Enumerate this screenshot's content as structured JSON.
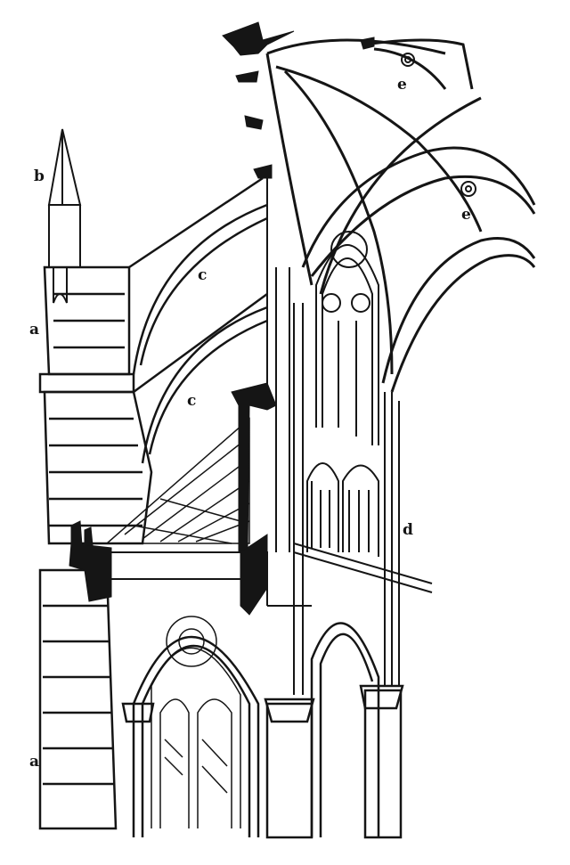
{
  "figure": {
    "labels": {
      "pinnacle": "b",
      "buttress_upper": "a",
      "buttress_lower": "a",
      "flying_buttress_upper": "c",
      "flying_buttress_lower": "c",
      "wall_shaft": "d",
      "vault_boss_top": "e",
      "vault_boss_mid": "e"
    }
  }
}
